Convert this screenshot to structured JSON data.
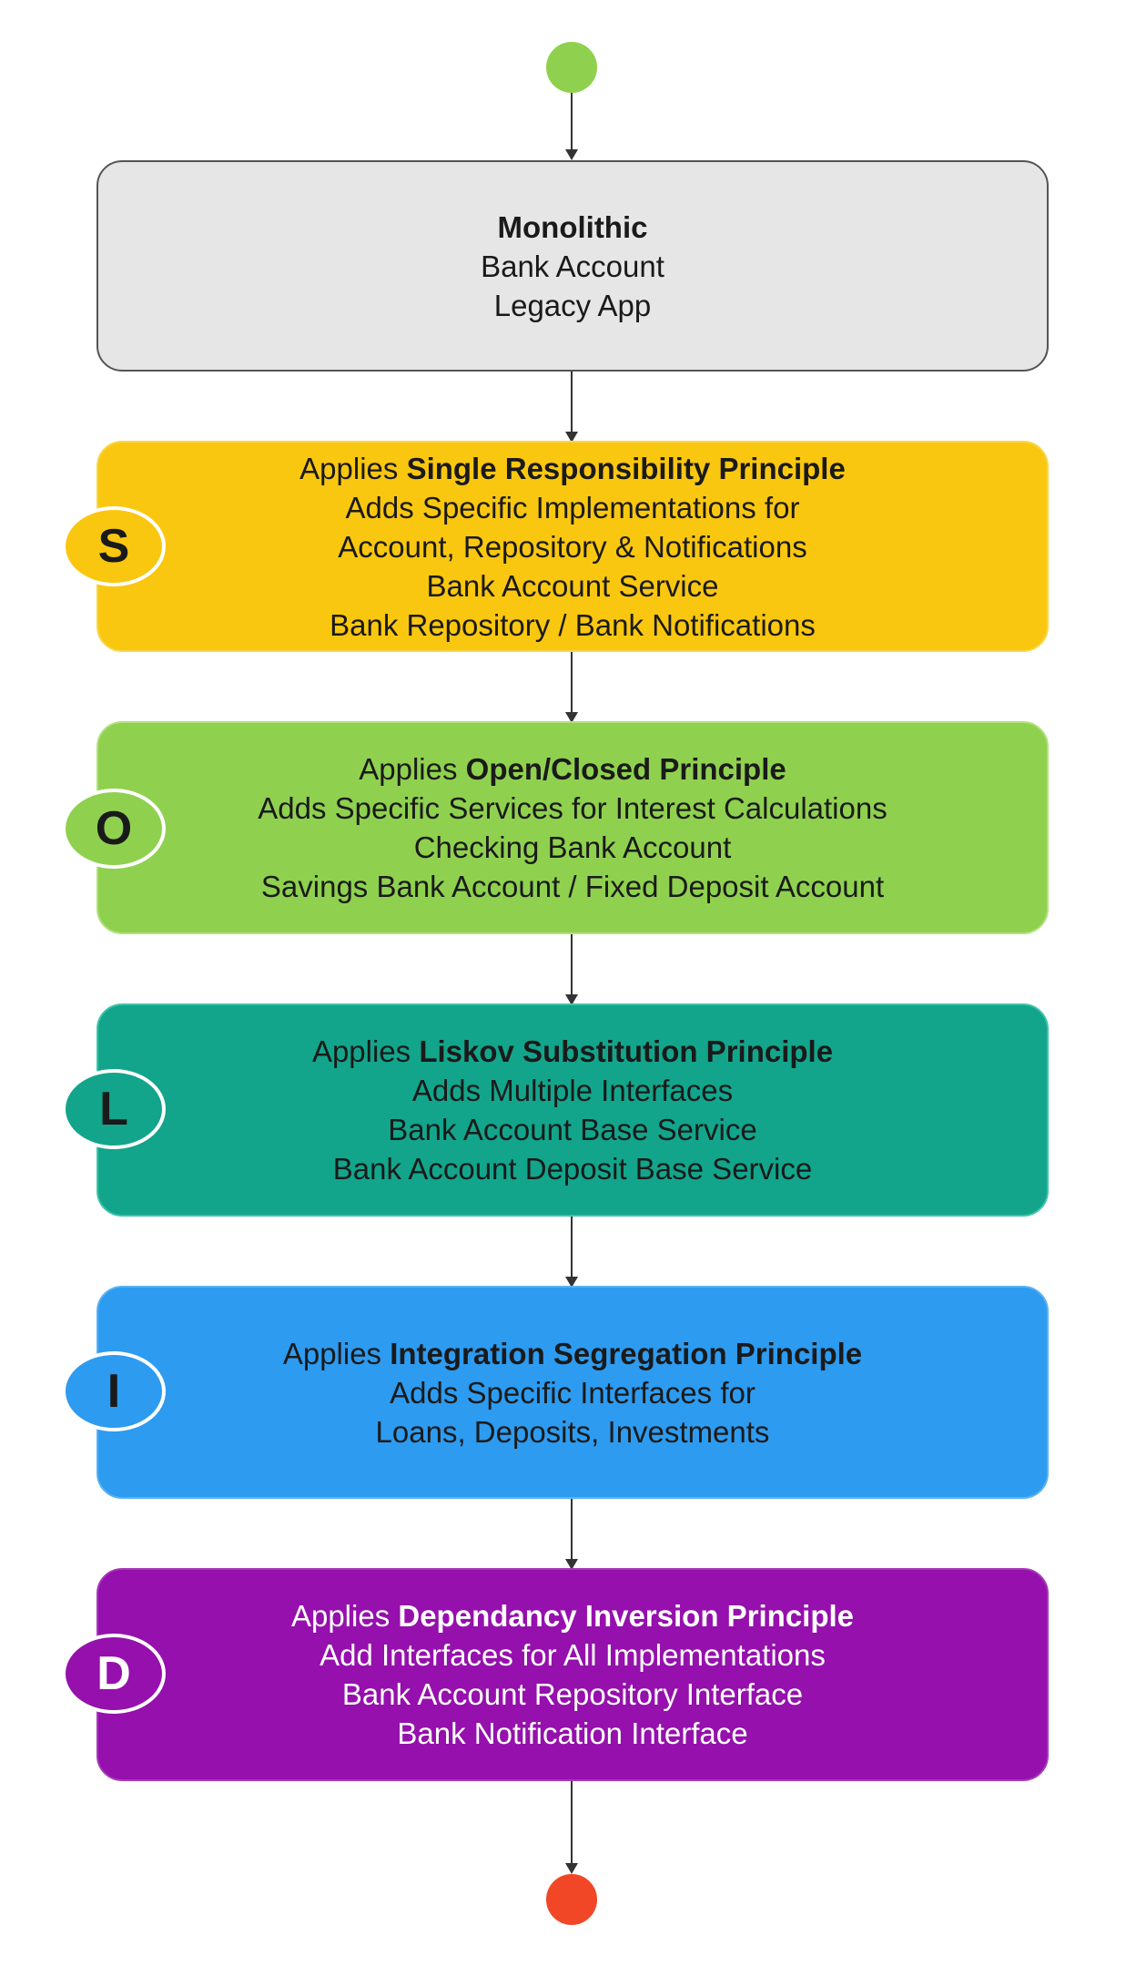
{
  "colors": {
    "start": "#8fd14f",
    "end": "#f24726",
    "monolithic": "#e6e6e6",
    "s": "#fac710",
    "o": "#8fd14f",
    "l": "#12a58b",
    "i": "#2d9bf0",
    "d": "#9510ac"
  },
  "monolithic": {
    "title": "Monolithic",
    "line1": "Bank Account",
    "line2": "Legacy App"
  },
  "s": {
    "badge": "S",
    "prefix": "Applies ",
    "principle": "Single Responsibility Principle",
    "line1": "Adds Specific Implementations for",
    "line2": "Account, Repository & Notifications",
    "line3": "Bank Account Service",
    "line4": "Bank Repository / Bank Notifications"
  },
  "o": {
    "badge": "O",
    "prefix": "Applies ",
    "principle": "Open/Closed Principle",
    "line1": "Adds Specific Services for Interest Calculations",
    "line2": "Checking Bank Account",
    "line3": "Savings Bank Account / Fixed Deposit Account"
  },
  "l": {
    "badge": "L",
    "prefix": "Applies ",
    "principle": "Liskov Substitution Principle",
    "line1": "Adds Multiple Interfaces",
    "line2": "Bank Account Base Service",
    "line3": "Bank Account Deposit Base Service"
  },
  "i": {
    "badge": "I",
    "prefix": "Applies ",
    "principle": "Integration Segregation Principle",
    "line1": "Adds Specific Interfaces for",
    "line2": "Loans, Deposits, Investments"
  },
  "d": {
    "badge": "D",
    "prefix": "Applies ",
    "principle": "Dependancy Inversion Principle",
    "line1": "Add Interfaces for All Implementations",
    "line2": "Bank Account Repository Interface",
    "line3": "Bank Notification Interface"
  }
}
